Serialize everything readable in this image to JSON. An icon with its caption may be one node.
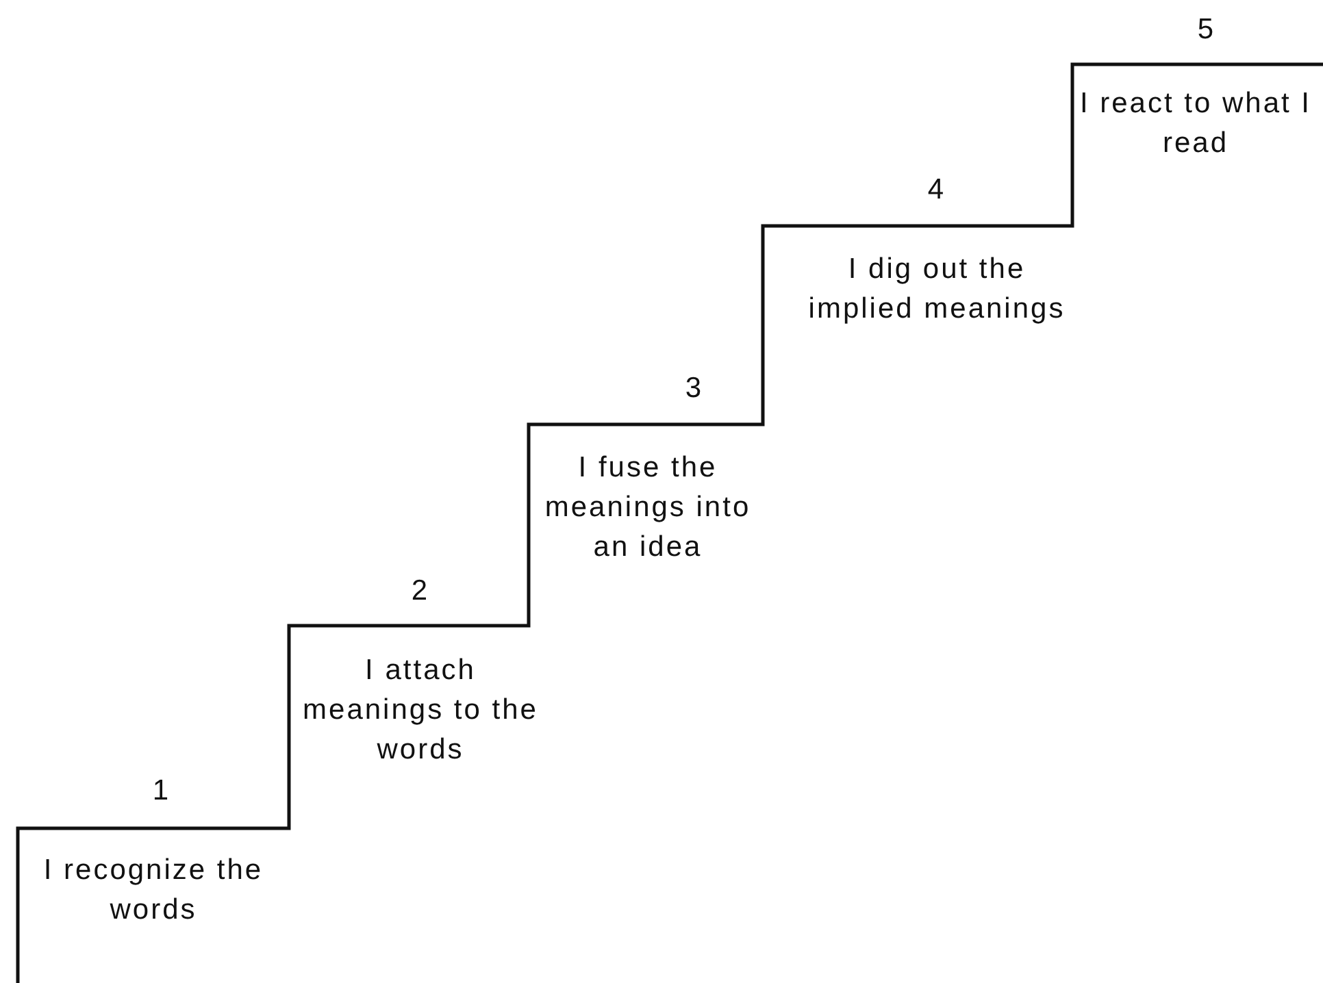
{
  "diagram": {
    "labels": [
      "1",
      "I recognize the words",
      "2",
      "I attach meanings to the words",
      "3",
      "I fuse the meanings into an idea",
      "4",
      "I dig out the implied meanings",
      "5",
      "I react to what I read"
    ]
  }
}
